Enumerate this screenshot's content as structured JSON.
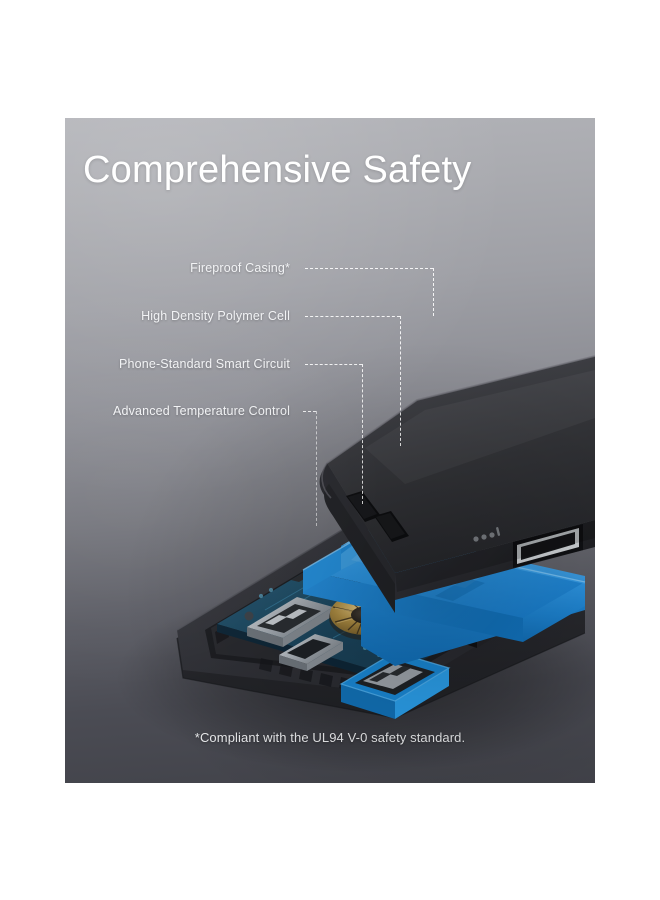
{
  "panel": {
    "title": "Comprehensive Safety",
    "footnote": "*Compliant with the UL94 V-0 safety standard.",
    "background_top_color": "#b2b3b8",
    "background_bottom_color": "#414249",
    "accent_blue": "#2196e8",
    "casing_color": "#343539",
    "text_color": "#ffffff"
  },
  "callouts": [
    {
      "label": "Fireproof Casing*",
      "target": "outer-shell"
    },
    {
      "label": "High Density Polymer Cell",
      "target": "battery-cell"
    },
    {
      "label": "Phone-Standard Smart Circuit",
      "target": "circuit-board"
    },
    {
      "label": "Advanced Temperature Control",
      "target": "temperature-control"
    }
  ],
  "product": {
    "name": "power-bank-exploded-view",
    "layers": [
      "top-casing-shell",
      "high-density-polymer-cell",
      "smart-circuit-board",
      "bottom-casing-shell"
    ],
    "ports": [
      "micro-usb",
      "usb-c",
      "usb-a-output"
    ],
    "led_indicators": 4
  }
}
